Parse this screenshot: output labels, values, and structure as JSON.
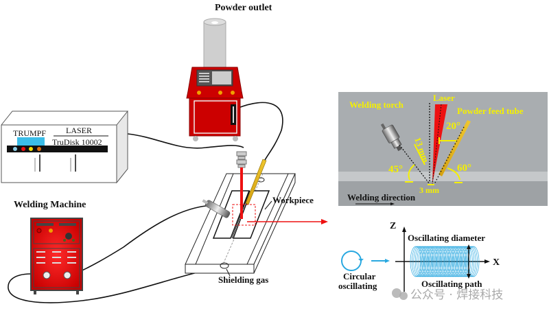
{
  "labels": {
    "powder_outlet": "Powder outlet",
    "welding_machine": "Welding Machine",
    "workpiece": "Workpiece",
    "shielding_gas": "Shielding gas"
  },
  "laser_unit": {
    "brand": "TRUMPF",
    "type": "LASER",
    "model": "TruDisk 10002",
    "indicator_colors": [
      "#8fd0e8",
      "#ee1111",
      "#f5e000",
      "#e07010"
    ],
    "panel_color": "#3bbde8"
  },
  "detail_view": {
    "welding_torch": "Welding torch",
    "laser": "Laser",
    "powder_feed_tube": "Powder feed tube",
    "angle_laser_tube": "20°",
    "distance_torch": "13 mm",
    "angle_torch": "45°",
    "angle_tube": "60°",
    "gap": "3 mm",
    "welding_direction": "Welding direction"
  },
  "oscillation": {
    "axis_z": "Z",
    "axis_x": "X",
    "diameter": "Oscillating diameter",
    "path": "Oscillating path",
    "mode_line1": "Circular",
    "mode_line2": "oscillating"
  },
  "watermark": "公众号 · 焊接科技",
  "colors": {
    "machine_red": "#d50000",
    "laser_red": "#ee1111",
    "tube_gold": "#e0b020",
    "coil_blue": "#29a8e0",
    "annotation_yellow": "#f5f000"
  }
}
